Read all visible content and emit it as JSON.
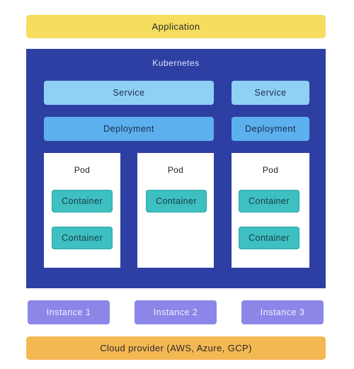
{
  "application": {
    "label": "Application"
  },
  "kubernetes": {
    "title": "Kubernetes",
    "services": [
      "Service",
      "Service"
    ],
    "deployments": [
      "Deployment",
      "Deployment"
    ],
    "pods": [
      {
        "label": "Pod",
        "containers": [
          "Container",
          "Container"
        ]
      },
      {
        "label": "Pod",
        "containers": [
          "Container"
        ]
      },
      {
        "label": "Pod",
        "containers": [
          "Container",
          "Container"
        ]
      }
    ]
  },
  "instances": [
    "Instance 1",
    "Instance 2",
    "Instance 3"
  ],
  "cloud_provider": {
    "label": "Cloud provider (AWS, Azure, GCP)"
  },
  "colors": {
    "application": "#f5dd5f",
    "kubernetes": "#2d3fa3",
    "service": "#8fd1f4",
    "deployment": "#5cb0ee",
    "container": "#3ebfc0",
    "instance": "#8c86e8",
    "cloud_provider": "#f4b853"
  }
}
